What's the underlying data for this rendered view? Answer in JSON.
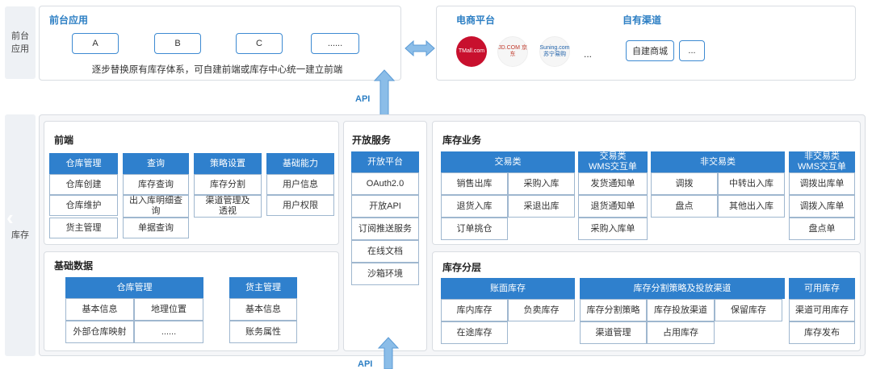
{
  "left_labels": {
    "front": "前台\n应用",
    "stock": "库存"
  },
  "front_apps": {
    "title": "前台应用",
    "apps": [
      "A",
      "B",
      "C",
      "......"
    ],
    "note": "逐步替换原有库存体系，可自建前端或库存中心统一建立前端"
  },
  "channels": {
    "ecommerce": "电商平台",
    "own": "自有渠道",
    "logos": [
      {
        "name": "tmall-logo",
        "text": "TMall.com"
      },
      {
        "name": "jd-logo",
        "text": "JD.COM 京东"
      },
      {
        "name": "suning-logo",
        "text": "Suning.com 苏宁易购"
      }
    ],
    "more": "...",
    "own_items": [
      "自建商城",
      "..."
    ]
  },
  "api_top": "API",
  "api_bottom": "API",
  "frontend": {
    "title": "前端",
    "groups": [
      {
        "header": "仓库管理",
        "cells": [
          "仓库创建",
          "仓库维护",
          "货主管理"
        ]
      },
      {
        "header": "查询",
        "cells": [
          "库存查询",
          "出入库明细查询",
          "单据查询"
        ]
      },
      {
        "header": "策略设置",
        "cells": [
          "库存分割",
          "渠道管理及透视"
        ]
      },
      {
        "header": "基础能力",
        "cells": [
          "用户信息",
          "用户权限"
        ]
      }
    ]
  },
  "base_data": {
    "title": "基础数据",
    "warehouse": {
      "header": "仓库管理",
      "cells": [
        "基本信息",
        "地理位置",
        "外部仓库映射",
        "......"
      ]
    },
    "owner": {
      "header": "货主管理",
      "cells": [
        "基本信息",
        "账务属性"
      ]
    }
  },
  "open_service": {
    "title": "开放服务",
    "header": "开放平台",
    "cells": [
      "OAuth2.0",
      "开放API",
      "订阅推送服务",
      "在线文档",
      "沙箱环境"
    ]
  },
  "stock_business": {
    "title": "库存业务",
    "groups": [
      {
        "header": "交易类",
        "cells": [
          "销售出库",
          "采购入库",
          "退货入库",
          "采退出库",
          "订单挑仓"
        ]
      },
      {
        "header": "交易类\nWMS交互单",
        "cells": [
          "发货通知单",
          "退货通知单",
          "采购入库单"
        ]
      },
      {
        "header": "非交易类",
        "cells": [
          "调拨",
          "中转出入库",
          "盘点",
          "其他出入库"
        ]
      },
      {
        "header": "非交易类\nWMS交互单",
        "cells": [
          "调拨出库单",
          "调拨入库单",
          "盘点单"
        ]
      }
    ]
  },
  "stock_layer": {
    "title": "库存分层",
    "groups": [
      {
        "header": "账面库存",
        "cells": [
          "库内库存",
          "在途库存",
          "负卖库存"
        ]
      },
      {
        "header": "库存分割策略及投放渠道",
        "cells": [
          "库存分割策略",
          "库存投放渠道",
          "保留库存",
          "渠道管理",
          "占用库存"
        ]
      },
      {
        "header": "可用库存",
        "cells": [
          "渠道可用库存",
          "库存发布"
        ]
      }
    ]
  },
  "colors": {
    "header_blue": "#2f80cd",
    "arrow_blue": "#8bbde8",
    "title_blue": "#2d7fc4"
  }
}
